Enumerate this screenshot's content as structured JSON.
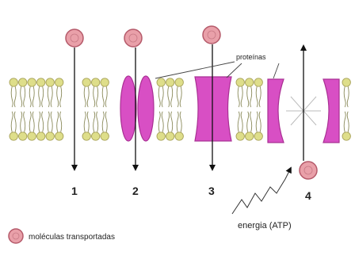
{
  "diagram": {
    "proteins_label": "proteínas",
    "energy_label": "energia (ATP)",
    "legend_label": "moléculas transportadas",
    "pathway_numbers": [
      "1",
      "2",
      "3",
      "4"
    ],
    "colors": {
      "molecule": "#e9a0a9",
      "molecule_border": "#b55a6a",
      "protein": "#d84fc4",
      "protein_border": "#a93093",
      "phospholipid_head": "#dede8a",
      "phospholipid_border": "#a8a35a",
      "tail": "#8a8a5a",
      "arrow": "#111111"
    }
  }
}
